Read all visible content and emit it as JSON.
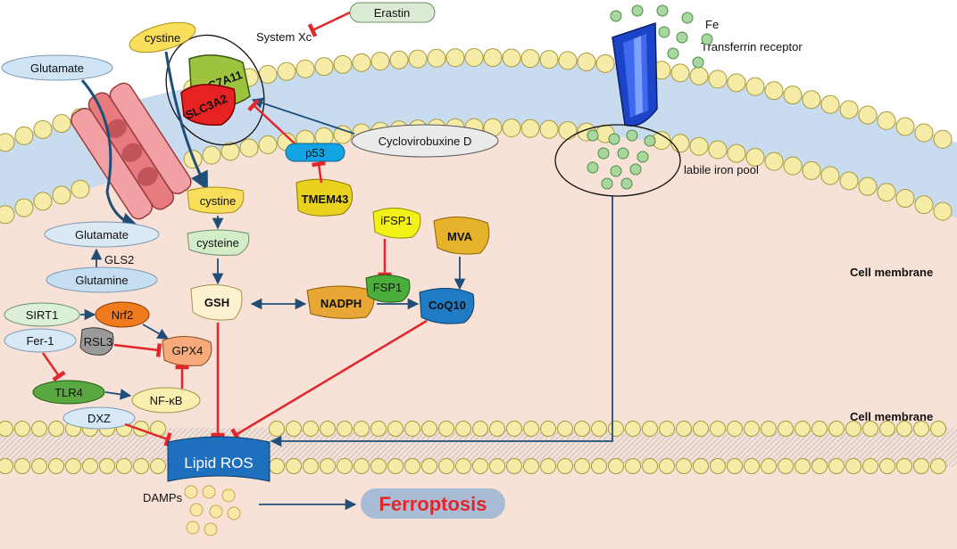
{
  "labels": {
    "erastin": "Erastin",
    "system_xc": "System Xc",
    "fe": "Fe",
    "transferrin_receptor": "Transferrin receptor",
    "glutamate_out": "Glutamate",
    "cystine_out": "cystine",
    "slc7a11": "SLC7A11",
    "slc3a2": "SLC3A2",
    "cyclovirobuxine": "Cyclovirobuxine D",
    "p53": "p53",
    "tmem43": "TMEM43",
    "labile_iron_pool": "labile iron pool",
    "cystine_in": "cystine",
    "cysteine": "cysteine",
    "glutamate_in": "Glutamate",
    "gls2": "GLS2",
    "glutamine": "Glutamine",
    "ifsp1": "iFSP1",
    "fsp1": "FSP1",
    "mva": "MVA",
    "coq10": "CoQ10",
    "nadph": "NADPH",
    "gsh": "GSH",
    "cell_membrane_1": "Cell membrane",
    "cell_membrane_2": "Cell membrane",
    "sirt1": "SIRT1",
    "nrf2": "Nrf2",
    "fer1": "Fer-1",
    "rsl3": "RSL3",
    "gpx4": "GPX4",
    "tlr4": "TLR4",
    "nfkb": "NF-κB",
    "dxz": "DXZ",
    "lipid_ros": "Lipid ROS",
    "damps": "DAMPs",
    "ferroptosis": "Ferroptosis"
  },
  "colors": {
    "cell_interior": "#f8e1d6",
    "membrane_band": "#c9dcef",
    "lipid_head": "#f6eca8",
    "inhibit": "#e3262b",
    "activate": "#1f4e79",
    "receptor": "#1c44c8",
    "iron": "#a8d8a0",
    "ferroptosis_text": "#e3262b",
    "ferroptosis_pill": "#a9bcd6",
    "lipid_ros_box": "#1f6fbf"
  }
}
